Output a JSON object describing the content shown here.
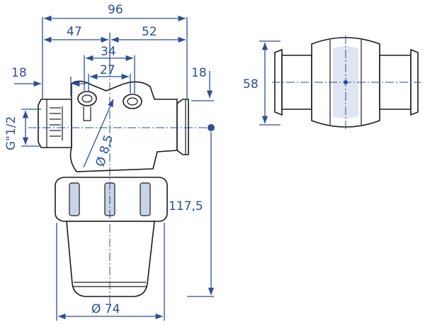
{
  "dimensions": {
    "overall_width": "96",
    "left_width": "47",
    "right_width": "52",
    "center_34": "34",
    "center_27": "27",
    "left_18": "18",
    "right_18": "18",
    "thread_label": "G\"1/2",
    "hole_diameter": "Ø 8,5",
    "height": "117,5",
    "bowl_diameter": "Ø 74",
    "side_height": "58"
  },
  "colors": {
    "dimension": "#2a4f96",
    "outline": "#1a1a1a"
  }
}
